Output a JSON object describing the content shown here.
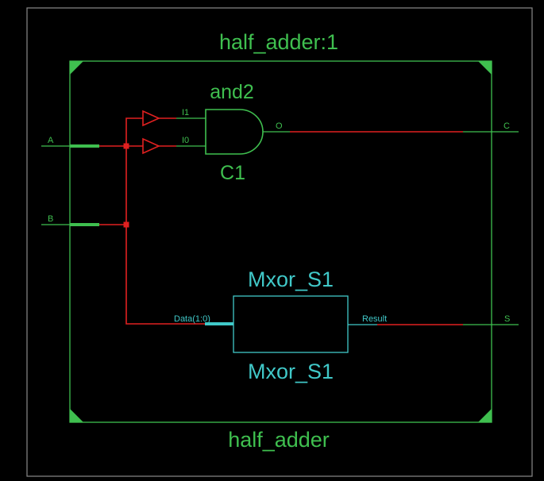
{
  "schematic": {
    "instance_name": "half_adder:1",
    "module_name": "half_adder",
    "ports": {
      "a": "A",
      "b": "B",
      "c": "C",
      "s": "S"
    },
    "and_gate": {
      "type_label": "and2",
      "instance_label": "C1",
      "input_1": "I1",
      "input_0": "I0",
      "output": "O"
    },
    "xor_block": {
      "type_label": "Mxor_S1",
      "instance_label": "Mxor_S1",
      "input": "Data(1:0)",
      "output": "Result"
    }
  },
  "colors": {
    "background": "#000000",
    "frame": "#8a8a8a",
    "module": "#3fbf4f",
    "wire": "#e02020",
    "xor": "#40c8c8"
  }
}
